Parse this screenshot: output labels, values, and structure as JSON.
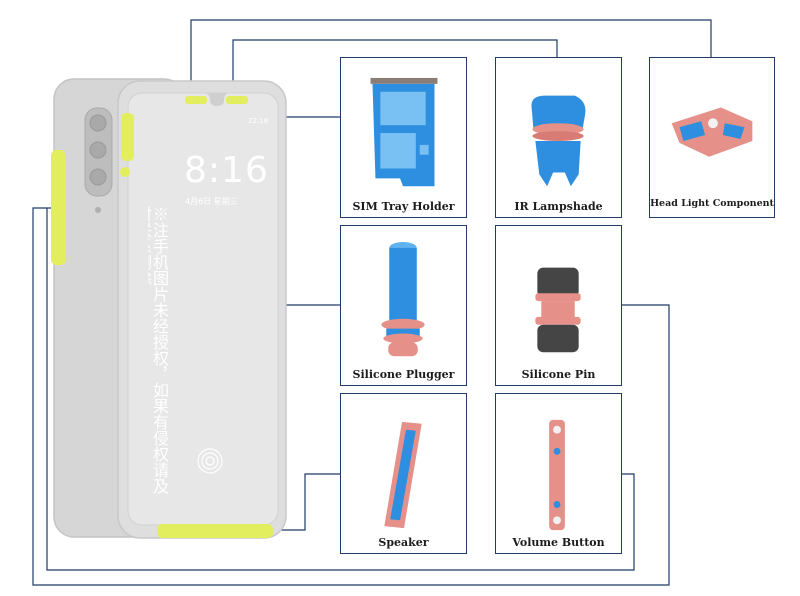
{
  "phone": {
    "clock": "8:16",
    "date": "4月6日 星期三",
    "status_time": "22:16",
    "watermark": "※注手机图片未经授权，如果有侵权请及时联系删除"
  },
  "components": [
    {
      "id": "sim",
      "label": "SIM Tray Holder"
    },
    {
      "id": "ir",
      "label": "IR Lampshade"
    },
    {
      "id": "head",
      "label": "Head Light Component"
    },
    {
      "id": "plug",
      "label": "Silicone Plugger"
    },
    {
      "id": "pin",
      "label": "Silicone Pin"
    },
    {
      "id": "spk",
      "label": "Speaker"
    },
    {
      "id": "vol",
      "label": "Volume Button"
    }
  ],
  "colors": {
    "highlight": "#e3ee5e",
    "frame": "#1f3b66",
    "part_blue": "#2e8fe0",
    "part_pink": "#e6908a",
    "part_dark": "#454545"
  }
}
